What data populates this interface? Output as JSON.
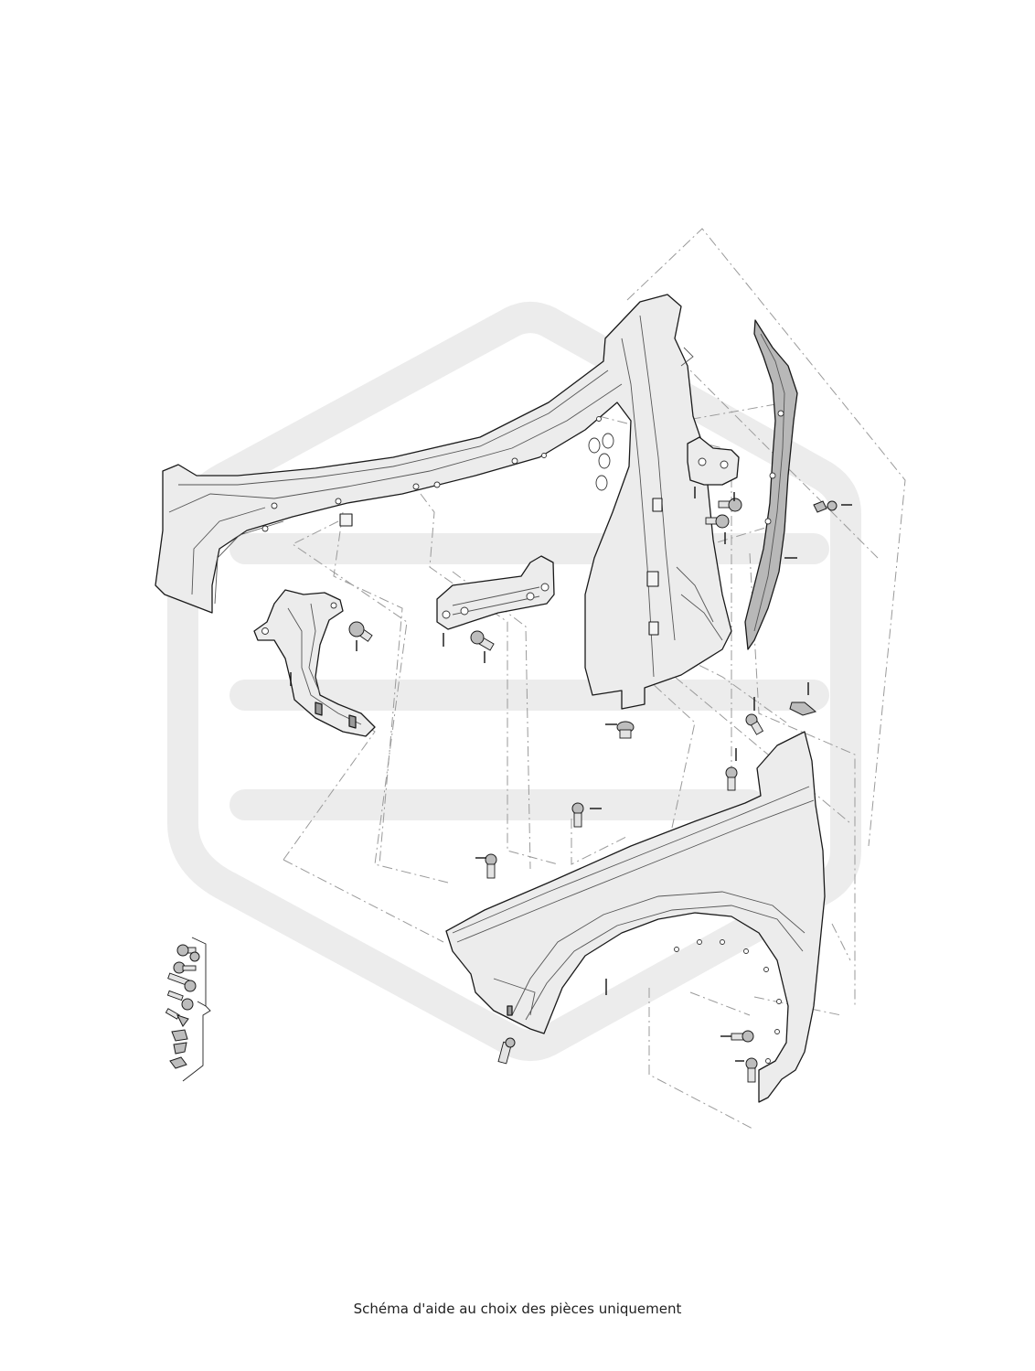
{
  "caption": "Schéma d'aide au choix des pièces uniquement",
  "watermark": {
    "color": "#ececec",
    "shape": "hexagon-logo"
  },
  "parts": [
    {
      "id": "inner-wheel-arch-panel",
      "kind": "body-panel"
    },
    {
      "id": "headlamp-support-bracket",
      "kind": "bracket"
    },
    {
      "id": "fender-mounting-bracket",
      "kind": "bracket"
    },
    {
      "id": "upper-hinge-bracket",
      "kind": "bracket"
    },
    {
      "id": "fender-seal-strip",
      "kind": "seal"
    },
    {
      "id": "front-fender",
      "kind": "body-panel"
    },
    {
      "id": "fastener-kit",
      "kind": "fasteners"
    }
  ],
  "colors": {
    "line": "#1a1a1a",
    "fill": "#ececec",
    "leader": "#9a9a9a"
  }
}
